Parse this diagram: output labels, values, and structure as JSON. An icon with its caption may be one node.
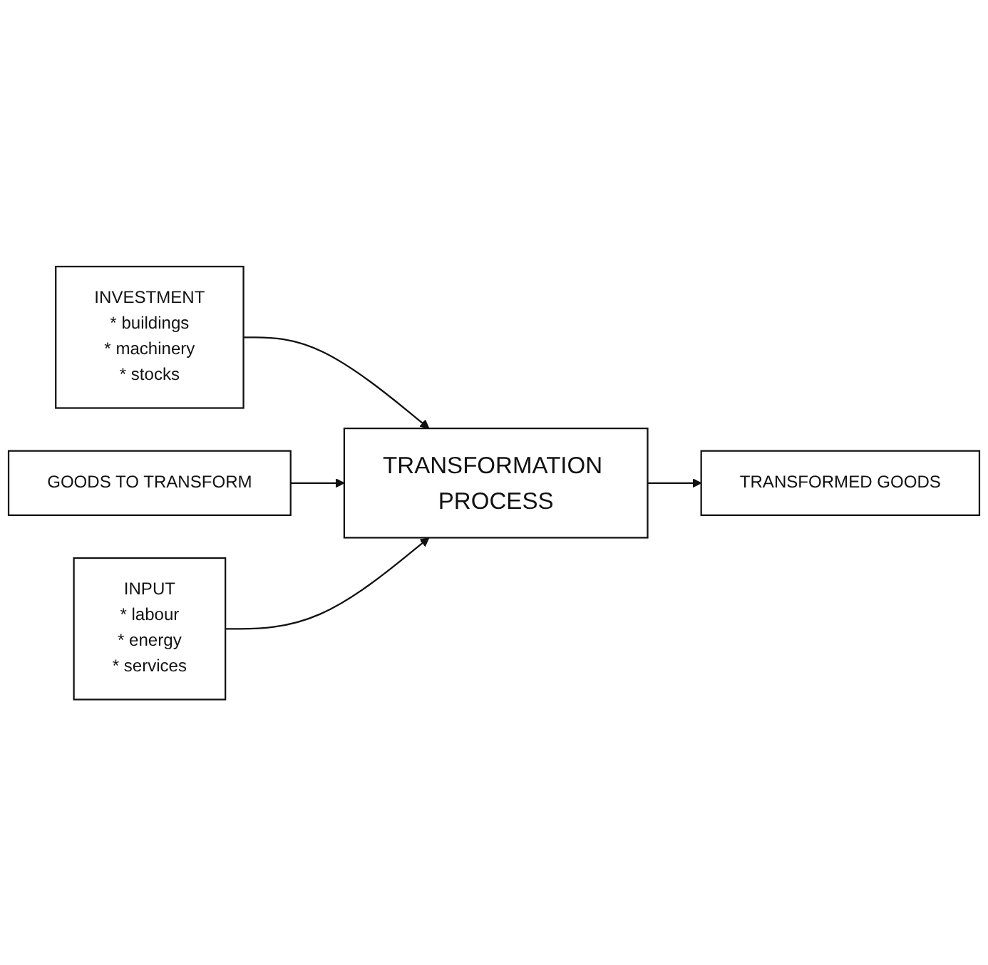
{
  "diagram": {
    "nodes": [
      {
        "text": [
          "INVESTMENT",
          "* buildings",
          "* machinery",
          "* stocks"
        ]
      },
      {
        "text": [
          "GOODS TO TRANSFORM"
        ]
      },
      {
        "text": [
          "TRANSFORMATION PROCESS"
        ]
      },
      {
        "text": [
          "TRANSFORMED GOODS"
        ]
      },
      {
        "text": [
          "INPUT",
          "* labour",
          "* energy",
          "* services"
        ]
      }
    ],
    "edges": [
      {
        "from": 0,
        "to": 2,
        "arrow": "to"
      },
      {
        "from": 1,
        "to": 2,
        "arrow": "to"
      },
      {
        "from": 2,
        "to": 3,
        "arrow": "to"
      },
      {
        "from": 4,
        "to": 2,
        "arrow": "to"
      }
    ]
  }
}
